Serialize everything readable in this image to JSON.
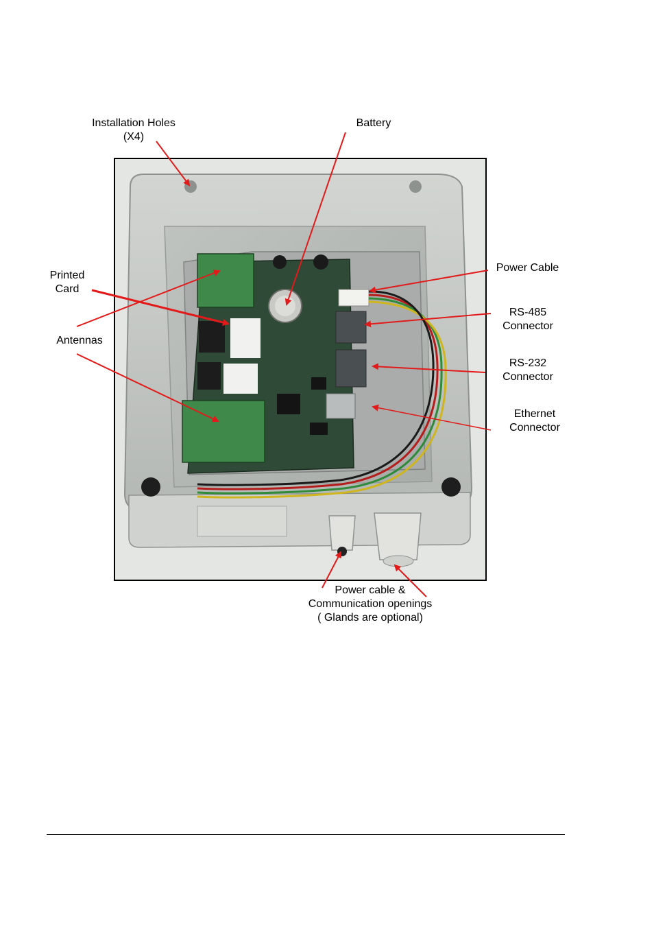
{
  "labels": {
    "installation_holes": [
      "Installation Holes",
      "(X4)"
    ],
    "battery": [
      "Battery"
    ],
    "printed_card": [
      "Printed",
      "Card"
    ],
    "antennas": [
      "Antennas"
    ],
    "power_cable": [
      "Power Cable"
    ],
    "rs485": [
      "RS-485",
      "Connector"
    ],
    "rs232": [
      "RS-232",
      "Connector"
    ],
    "ethernet": [
      "Ethernet",
      "Connector"
    ],
    "openings": [
      "Power cable &",
      "Communication openings",
      "( Glands are optional)"
    ]
  },
  "colors": {
    "arrow": "#e21a1a",
    "enclosure": "#c3c6c2",
    "enclosure_shadow": "#9fa39f",
    "pcb": "#2f4a36",
    "pcb_green": "#3f8a4a",
    "plate": "#a9acab"
  }
}
